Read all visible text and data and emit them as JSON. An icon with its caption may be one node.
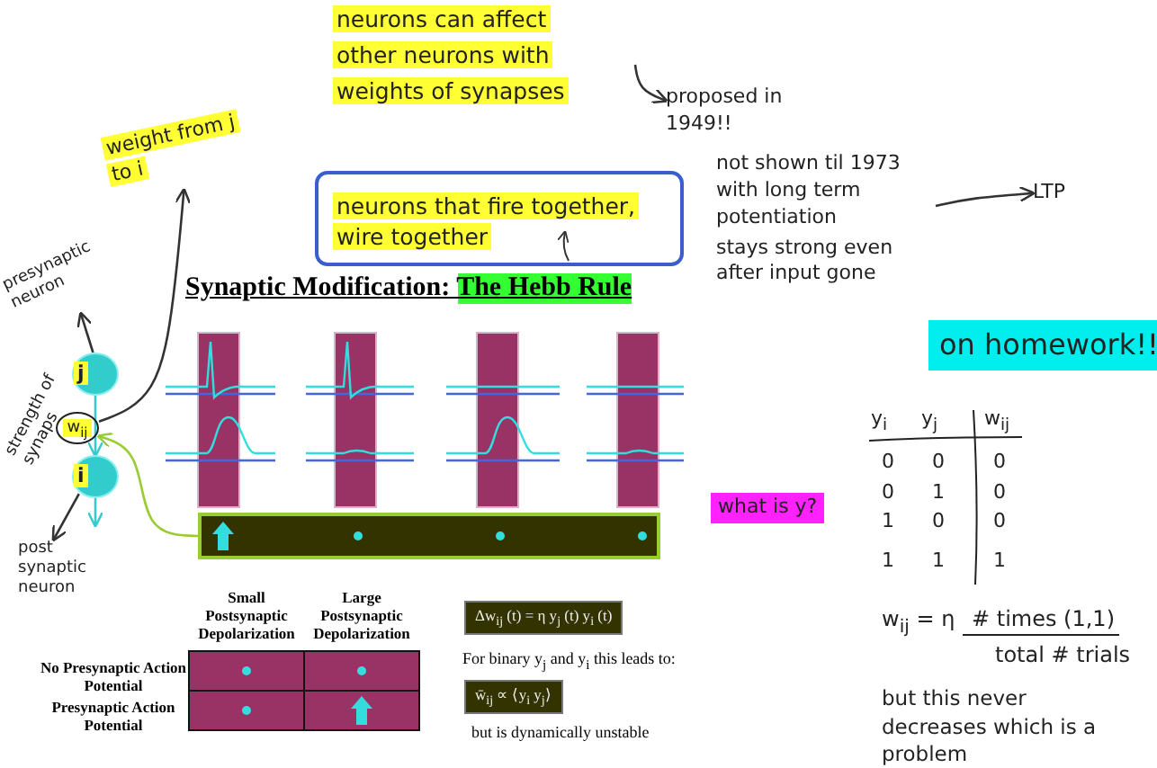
{
  "diagram": {
    "title": "Synaptic Modification: The Hebb Rule",
    "nodes": [
      {
        "text": [
          "weight from j to i"
        ]
      },
      {
        "text": [
          "presynaptic neuron"
        ]
      },
      {
        "text": [
          "j"
        ]
      },
      {
        "text": [
          "w$_{ij}$"
        ]
      },
      {
        "text": [
          "i"
        ]
      },
      {
        "text": [
          "post synaptic neuron"
        ]
      },
      {
        "text": [
          "neurons that fire together, wire together"
        ]
      },
      {
        "text": [
          "proposed in 1949!!"
        ]
      },
      {
        "text": [
          "not shown til 1973 with long term potentiation",
          "stays strong even after input gone"
        ]
      },
      {
        "text": [
          "LTP"
        ]
      },
      {
        "text": [],
        "shape": "bar"
      }
    ],
    "edges": [
      {
        "from": 2,
        "to": 1,
        "arrow": "to"
      },
      {
        "from": 2,
        "to": 4,
        "arrow": "to",
        "color": "#33cccc"
      },
      {
        "from": 4,
        "to": null,
        "arrow": "to",
        "color": "#33cccc"
      },
      {
        "from": 4,
        "to": 5,
        "arrow": "to"
      },
      {
        "from": 3,
        "to": 0,
        "arrow": "to"
      },
      {
        "from": 10,
        "to": 3,
        "arrow": "to",
        "color": "#99cc33"
      },
      {
        "from": null,
        "to": 7,
        "arrow": "to"
      },
      {
        "from": 8,
        "to": 9,
        "arrow": "to"
      }
    ],
    "labels": [
      "neurons can affect other neurons with weights of synapses",
      "strength of synaps",
      "on homework!!",
      "what is y?",
      "y$_{i}$",
      "y$_{j}$",
      "w$_{ij}$",
      "0",
      "0",
      "0",
      "0",
      "1",
      "0",
      "1",
      "0",
      "0",
      "1",
      "1",
      "1",
      "w$_{ij}$ = η",
      "# times (1,1)",
      "total # trials",
      "but this never decreases which is a problem",
      "Small Postsynaptic Depolarization",
      "Large Postsynaptic Depolarization",
      "No Presynaptic Action Potential",
      "Presynaptic Action Potential",
      "Δw$_{ij}$ (t) = η y$_{j}$ (t) y$_{i}$ (t)",
      "For binary y$_{j}$ and y$_{i}$ this leads to:",
      "w̄$_{ij}$ ∝ ⟨y$_{i}$ y$_{j}$⟩",
      "but is dynamically unstable"
    ]
  }
}
